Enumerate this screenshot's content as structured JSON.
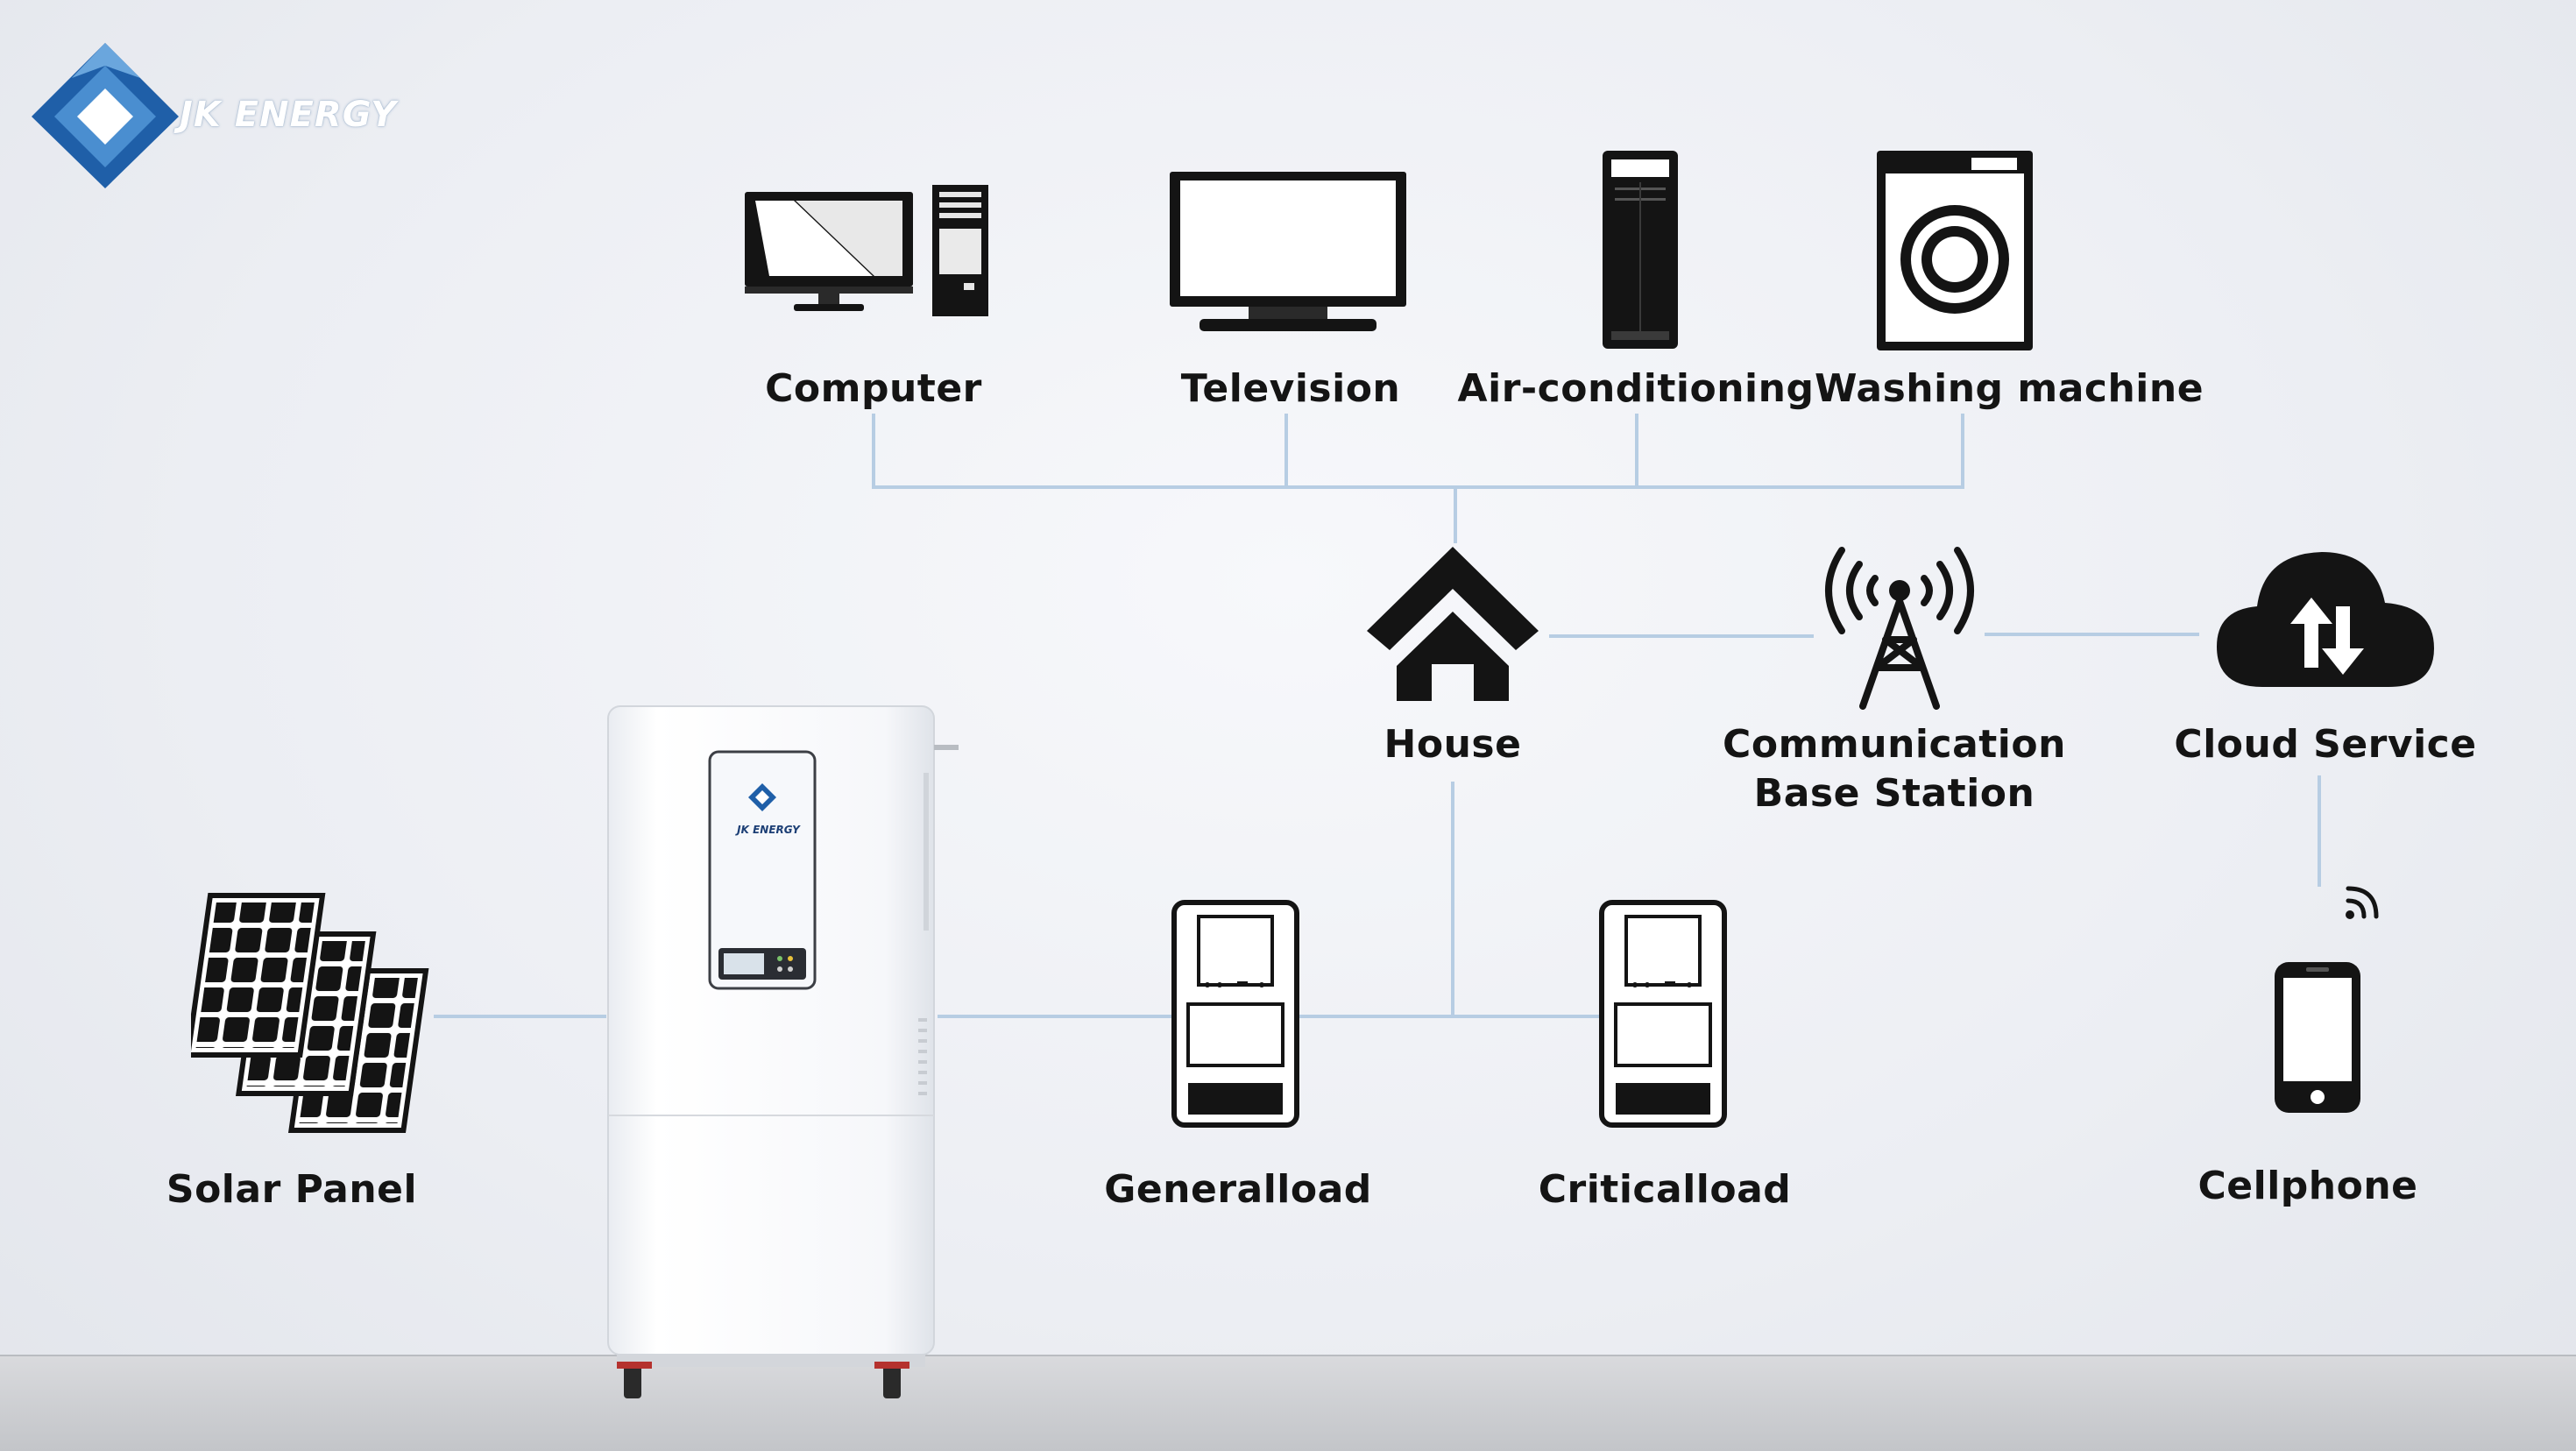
{
  "brand": {
    "name": "JK ENERGY",
    "accent": "#1f5fa8"
  },
  "devices": {
    "computer": "Computer",
    "television": "Television",
    "air_conditioning": "Air-conditioning",
    "washing_machine": "Washing machine",
    "house": "House",
    "base_station": {
      "line1": "Communication",
      "line2": "Base Station"
    },
    "cloud": "Cloud Service",
    "solar": "Solar Panel",
    "general_load": "Generalload",
    "critical_load": "Criticalload",
    "cellphone": "Cellphone"
  },
  "icons": [
    "computer-icon",
    "television-icon",
    "air-conditioner-icon",
    "washing-machine-icon",
    "house-icon",
    "antenna-tower-icon",
    "cloud-sync-icon",
    "solar-panel-icon",
    "breaker-box-icon",
    "cellphone-icon",
    "wifi-signal-icon"
  ],
  "colors": {
    "connector": "#b7cde3",
    "icon": "#141414",
    "background": "#eceef3"
  }
}
